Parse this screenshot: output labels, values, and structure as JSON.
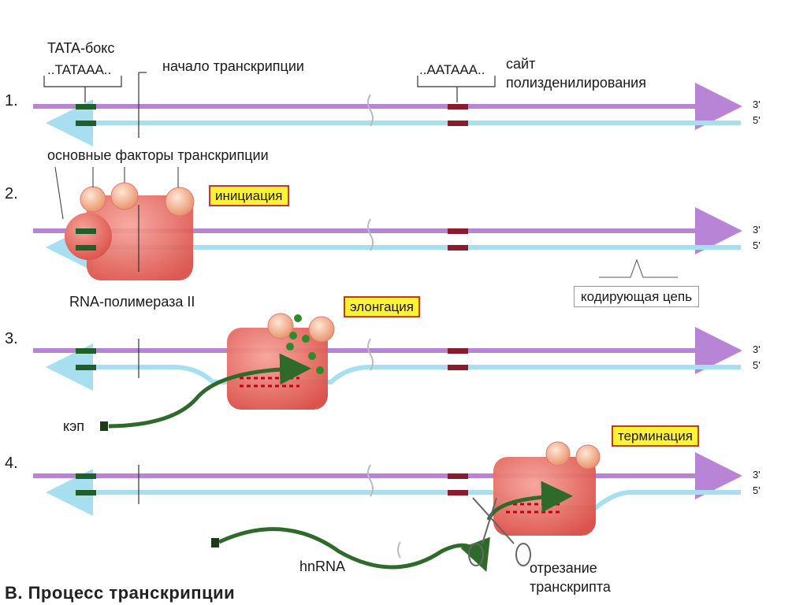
{
  "labels": {
    "tata_box": "TATA-бокс",
    "tata_seq": "..TATAAA..",
    "tx_start": "начало транскрипции",
    "polya_seq": "..AATAAA..",
    "polya_site_1": "сайт",
    "polya_site_2": "полизденилирования",
    "basic_factors": "основные факторы транскрипции",
    "rna_pol": "RNA-полимераза II",
    "coding_strand": "кодирующая цепь",
    "cap": "кэп",
    "hnrna": "hnRNA",
    "cut_1": "отрезание",
    "cut_2": "транскрипта",
    "end3": "3'",
    "end5": "5'"
  },
  "steps": [
    {
      "number": "1.",
      "stage": ""
    },
    {
      "number": "2.",
      "stage": "инициация"
    },
    {
      "number": "3.",
      "stage": "элонгация"
    },
    {
      "number": "4.",
      "stage": "терминация"
    }
  ],
  "caption": "В. Процесс транскрипции",
  "colors": {
    "template_strand": "#b884d6",
    "coding_strand": "#a8dff0",
    "tata_mark": "#1f5f2a",
    "polya_mark": "#8b1a2b",
    "polymerase": "#e8645a",
    "factor": "#f6b99a",
    "rna": "#2e6b2a",
    "highlight_box": "#fff236"
  }
}
